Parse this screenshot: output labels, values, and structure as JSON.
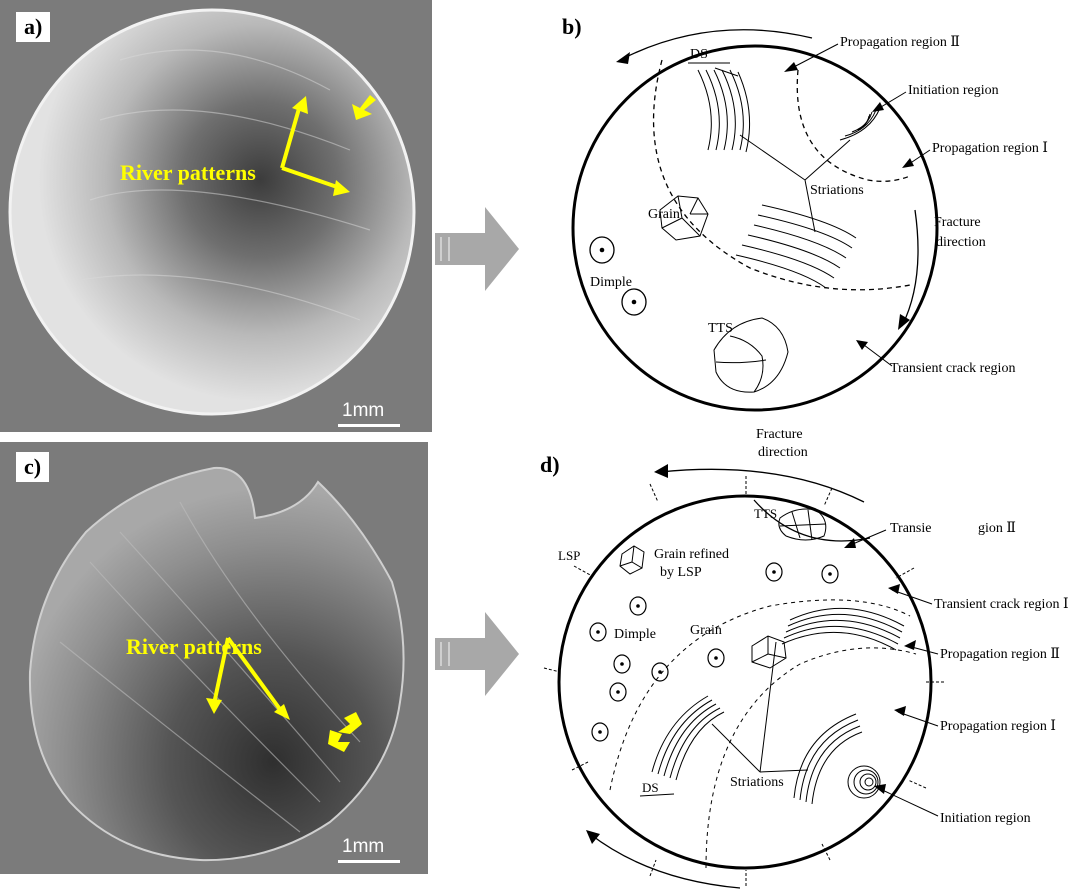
{
  "panels": {
    "a": {
      "label": "a)",
      "annotation": "River patterns",
      "scale": "1mm"
    },
    "b": {
      "label": "b)",
      "labels": {
        "ds": "DS",
        "propagation2": "Propagation region Ⅱ",
        "initiation": "Initiation region",
        "propagation1": "Propagation region Ⅰ",
        "striations": "Striations",
        "grain": "Grain",
        "fracture1": "Fracture",
        "fracture2": "direction",
        "dimple": "Dimple",
        "tts": "TTS",
        "transient": "Transient crack region"
      }
    },
    "c": {
      "label": "c)",
      "annotation": "River patterns",
      "scale": "1mm"
    },
    "d": {
      "label": "d)",
      "labels": {
        "fracture1": "Fracture",
        "fracture2": "direction",
        "tts": "TTS",
        "transient2a": "Transie",
        "transient2b": "gion Ⅱ",
        "lsp": "LSP",
        "grainRefined1": "Grain refined",
        "grainRefined2": "by LSP",
        "transient1": "Transient crack region Ⅰ",
        "dimple": "Dimple",
        "grain": "Grain",
        "propagation2": "Propagation region Ⅱ",
        "propagation1": "Propagation region Ⅰ",
        "ds": "DS",
        "striations": "Striations",
        "initiation": "Initiation region"
      }
    }
  },
  "colors": {
    "annotation": "#ffff00",
    "photo_bg": "#7b7b7b",
    "arrow_fill": "#a8a8a8"
  }
}
